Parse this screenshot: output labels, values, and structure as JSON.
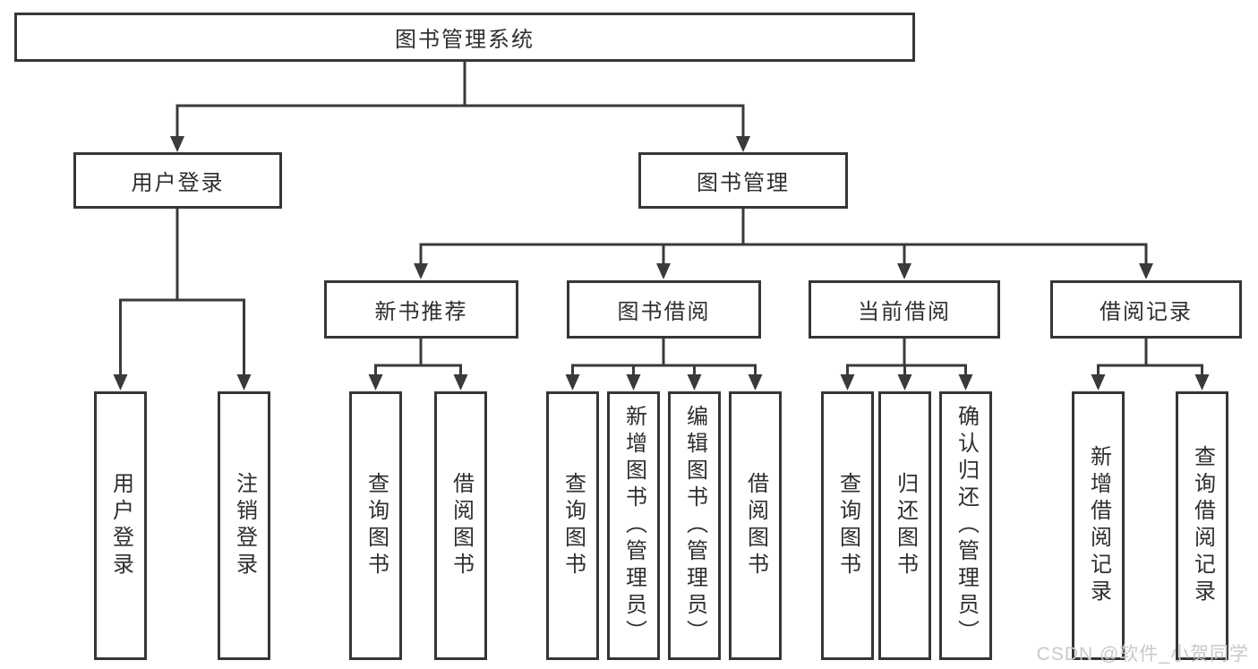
{
  "title": "图书管理系统",
  "watermark": "CSDN @软件_小贺同学",
  "colors": {
    "line": "#3a3a3a",
    "box_border": "#363636",
    "text": "#2e2e2e",
    "watermark": "#c9c9c9",
    "bg": "#ffffff"
  },
  "nodes": {
    "root": "图书管理系统",
    "user_login": "用户登录",
    "book_management": "图书管理",
    "new_book_recommend": "新书推荐",
    "book_borrowing": "图书借阅",
    "current_borrowing": "当前借阅",
    "borrowing_records": "借阅记录",
    "leaf_user_login": "用户登录",
    "leaf_logout": "注销登录",
    "leaf_query_books_recommend": "查询图书",
    "leaf_borrow_books_recommend": "借阅图书",
    "leaf_query_books_borrowing": "查询图书",
    "leaf_add_books_admin": "新增图书（管理员）",
    "leaf_edit_books_admin": "编辑图书（管理员）",
    "leaf_borrow_books_borrowing": "借阅图书",
    "leaf_query_books_current": "查询图书",
    "leaf_return_books": "归还图书",
    "leaf_confirm_return_admin": "确认归还（管理员）",
    "leaf_add_borrowing_record": "新增借阅记录",
    "leaf_query_borrowing_record": "查询借阅记录"
  }
}
